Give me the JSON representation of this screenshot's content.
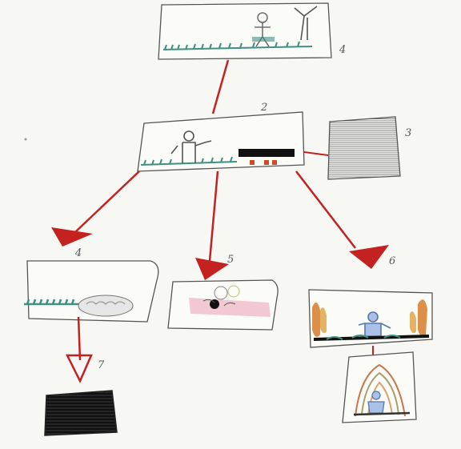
{
  "panel_numbers": {
    "p1": "4",
    "p2": "2",
    "p3": "3",
    "p4": "4",
    "p5": "5",
    "p6": "6",
    "p7": "7"
  },
  "colors": {
    "paper": "#f7f7f4",
    "pencil": "#555555",
    "arrow_red": "#c42121",
    "grass_teal": "#3f8f85",
    "figure_blue": "#5577b0",
    "tree_orange": "#d77a2a",
    "fill_black": "#111111",
    "fill_grey": "#9a9a9a"
  },
  "icons": [
    "stick-figure-icon",
    "tree-icon",
    "cave-icon",
    "flower-icon"
  ]
}
